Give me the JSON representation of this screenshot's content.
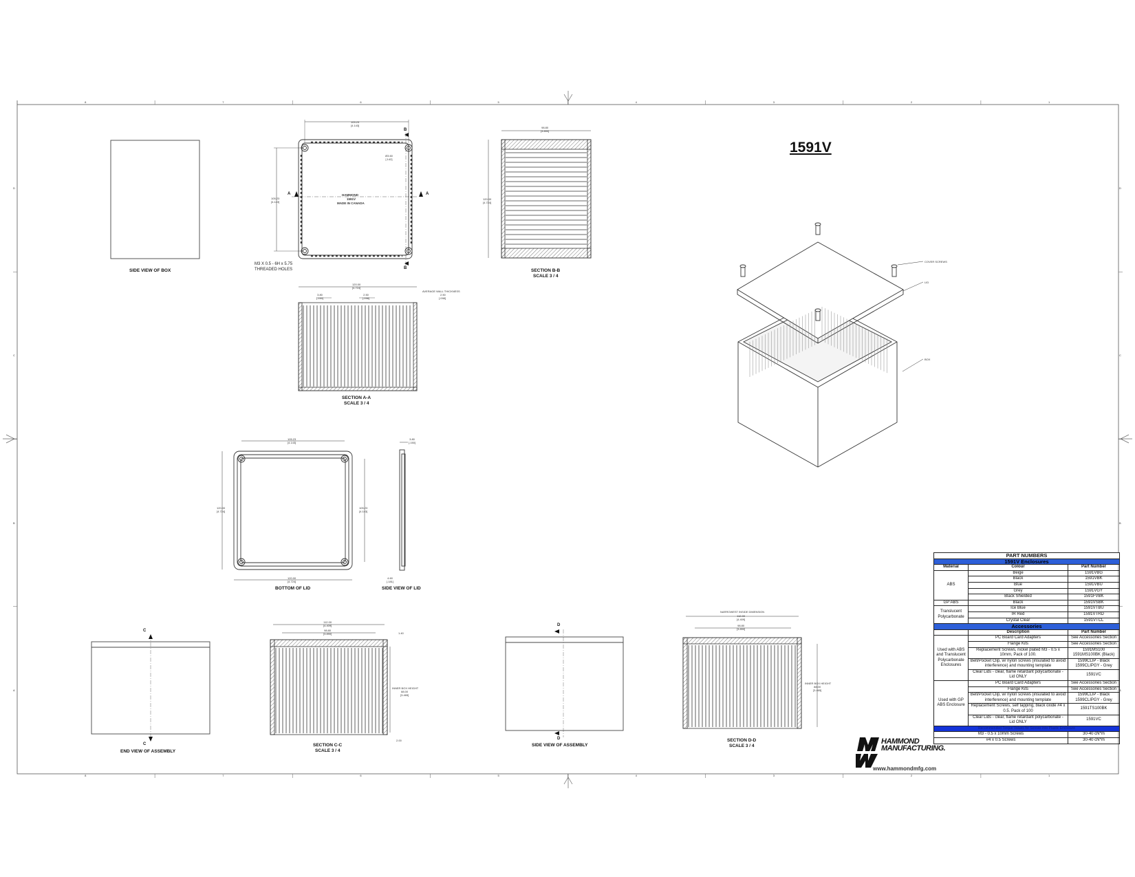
{
  "title": "1591V",
  "views": {
    "side_view_box": "SIDE VIEW OF BOX",
    "bottom_lid": "BOTTOM OF LID",
    "side_view_lid": "SIDE VIEW OF LID",
    "end_view_assembly": "END VIEW OF ASSEMBLY",
    "side_view_assembly": "SIDE VIEW OF ASSEMBLY",
    "section_aa": "SECTION  A-A",
    "section_bb": "SECTION  B-B",
    "section_cc": "SECTION  C-C",
    "section_dd": "SECTION  D-D",
    "scale": "SCALE 3 / 4"
  },
  "markers": {
    "a": "A",
    "b": "B",
    "c": "C",
    "d": "D"
  },
  "notes": {
    "threaded_1": "M3 X 0.5 - 6H x 5.75",
    "threaded_2": "THREADED HOLES",
    "lid_text": "HAMMOND",
    "lid_model": "1591V",
    "lid_made": "MADE IN CANADA",
    "avg_wall_1": "AVERAGE WALL THICKNESS",
    "avg_wall_2": "2.50",
    "avg_wall_3": "[.098]",
    "inner_box_height": "INNER BOX HEIGHT",
    "narrowest": "NARROWEST INSIDE DIMENSION",
    "cover_screws": "COVER SCREWS",
    "lid": "LID",
    "box": "BOX"
  },
  "dims": {
    "d1": "105.23",
    "d1i": "[4.143]",
    "d2": "Ø3.60",
    "d2i": "[.142]",
    "d3": "105.23",
    "d3i": "[4.143]",
    "d4": "98.80",
    "d4i": "[3.890]",
    "d5": "120.00",
    "d5i": "[4.724]",
    "d6": "120.00",
    "d6i": "[4.724]",
    "d7": "3.80",
    "d7i": "[.150]",
    "d8": "2.50",
    "d8i": "[.098]",
    "d9": "105.23",
    "d9i": "[4.143]",
    "d10": "120.00",
    "d10i": "[4.724]",
    "d11": "105.23",
    "d11i": "[4.143]",
    "d12": "120.00",
    "d12i": "[4.724]",
    "d13": "3.80",
    "d13i": "[.150]",
    "d14": "4.60",
    "d14i": "[.181]",
    "d15": "112.00",
    "d15i": "[4.409]",
    "d16": "98.80",
    "d16i": "[3.890]",
    "d17": "1.40",
    "d18": "88.00",
    "d18i": "[3.465]",
    "d19": "2.00",
    "d20": "112.00",
    "d20i": "[4.409]",
    "d21": "98.80",
    "d21i": "[3.890]",
    "d22": "88.00",
    "d22i": "[3.465]"
  },
  "part_numbers": {
    "title": "PART NUMBERS",
    "enclosures_title": "1591V Enclosures",
    "headers": [
      "Material",
      "Colour",
      "Part Number"
    ],
    "rows": [
      {
        "material": "ABS",
        "span": 5,
        "colour": "Beige",
        "part": "1591VBG"
      },
      {
        "colour": "Black",
        "part": "1591VBK"
      },
      {
        "colour": "Blue",
        "part": "1591VBU"
      },
      {
        "colour": "Grey",
        "part": "1591VGY"
      },
      {
        "colour": "Black Shielded",
        "part": "1591FVBK"
      },
      {
        "material": "GP ABS",
        "span": 1,
        "colour": "Black",
        "part": "1591VSBK"
      },
      {
        "material": "Translucent Polycarbonate",
        "span": 3,
        "colour": "Ice Blue",
        "part": "1591VTBU"
      },
      {
        "colour": "IR Red",
        "part": "1591VTRD"
      },
      {
        "colour": "Crystal Clear",
        "part": "1591VTCL"
      }
    ],
    "accessories_title": "Accessories",
    "acc_headers": [
      "Description",
      "Part Number"
    ],
    "group1_label": "Used with ABS and Translucent Polycarbonate Enclosures",
    "group1": [
      {
        "desc": "PC Board Card Adapters",
        "part": "See Accessories Section"
      },
      {
        "desc": "Flange Kits",
        "part": "See Accessories Section"
      },
      {
        "desc": "Replacement Screws, nickel plated M3 - 0.5 x 10mm, Pack of 100.",
        "part": "1591MS100 1591MS100BK (Black)"
      },
      {
        "desc": "Belt/Pocket Clip, w/ nylon screws (insulated to avoid interference) and mounting template",
        "part": "1599CLIP - Black 1599CLIPGY - Grey"
      },
      {
        "desc": "Clear Lids - clear, flame retardant polycarbonate - Lid ONLY",
        "part": "1591VC"
      }
    ],
    "group2_label": "Used with GP ABS Enclosure",
    "group2": [
      {
        "desc": "PC Board Card Adapters",
        "part": "See Accessories Section"
      },
      {
        "desc": "Flange Kits",
        "part": "See Accessories Section"
      },
      {
        "desc": "Belt/Pocket Clip, w/ nylon screws (insulated to avoid interference) and mounting template",
        "part": "1599CLIP - Black 1599CLIPGY - Grey"
      },
      {
        "desc": "Replacement Screws, self tapping, black oxide #4 x 0.5. Pack of 100",
        "part": "1591TS100BK"
      },
      {
        "desc": "Clear Lids - clear, flame retardant polycarbonate - Lid ONLY",
        "part": "1591VC"
      }
    ],
    "torque_title": "Recommended Torque Values for Screws into Plastic Enclosure",
    "torque": [
      {
        "desc": "M3 - 0.5 x 10mm Screws",
        "value": "30-40 cN*m"
      },
      {
        "desc": "#4 x 0.5 Screws",
        "value": "30-40 cN*m"
      }
    ]
  },
  "brand": {
    "line1": "HAMMOND",
    "line2": "MANUFACTURING.",
    "website": "www.hammondmfg.com"
  },
  "border_zones": {
    "top": [
      "8",
      "7",
      "6",
      "5",
      "4",
      "3",
      "2",
      "1"
    ],
    "side": [
      "D",
      "C",
      "B",
      "A"
    ]
  }
}
